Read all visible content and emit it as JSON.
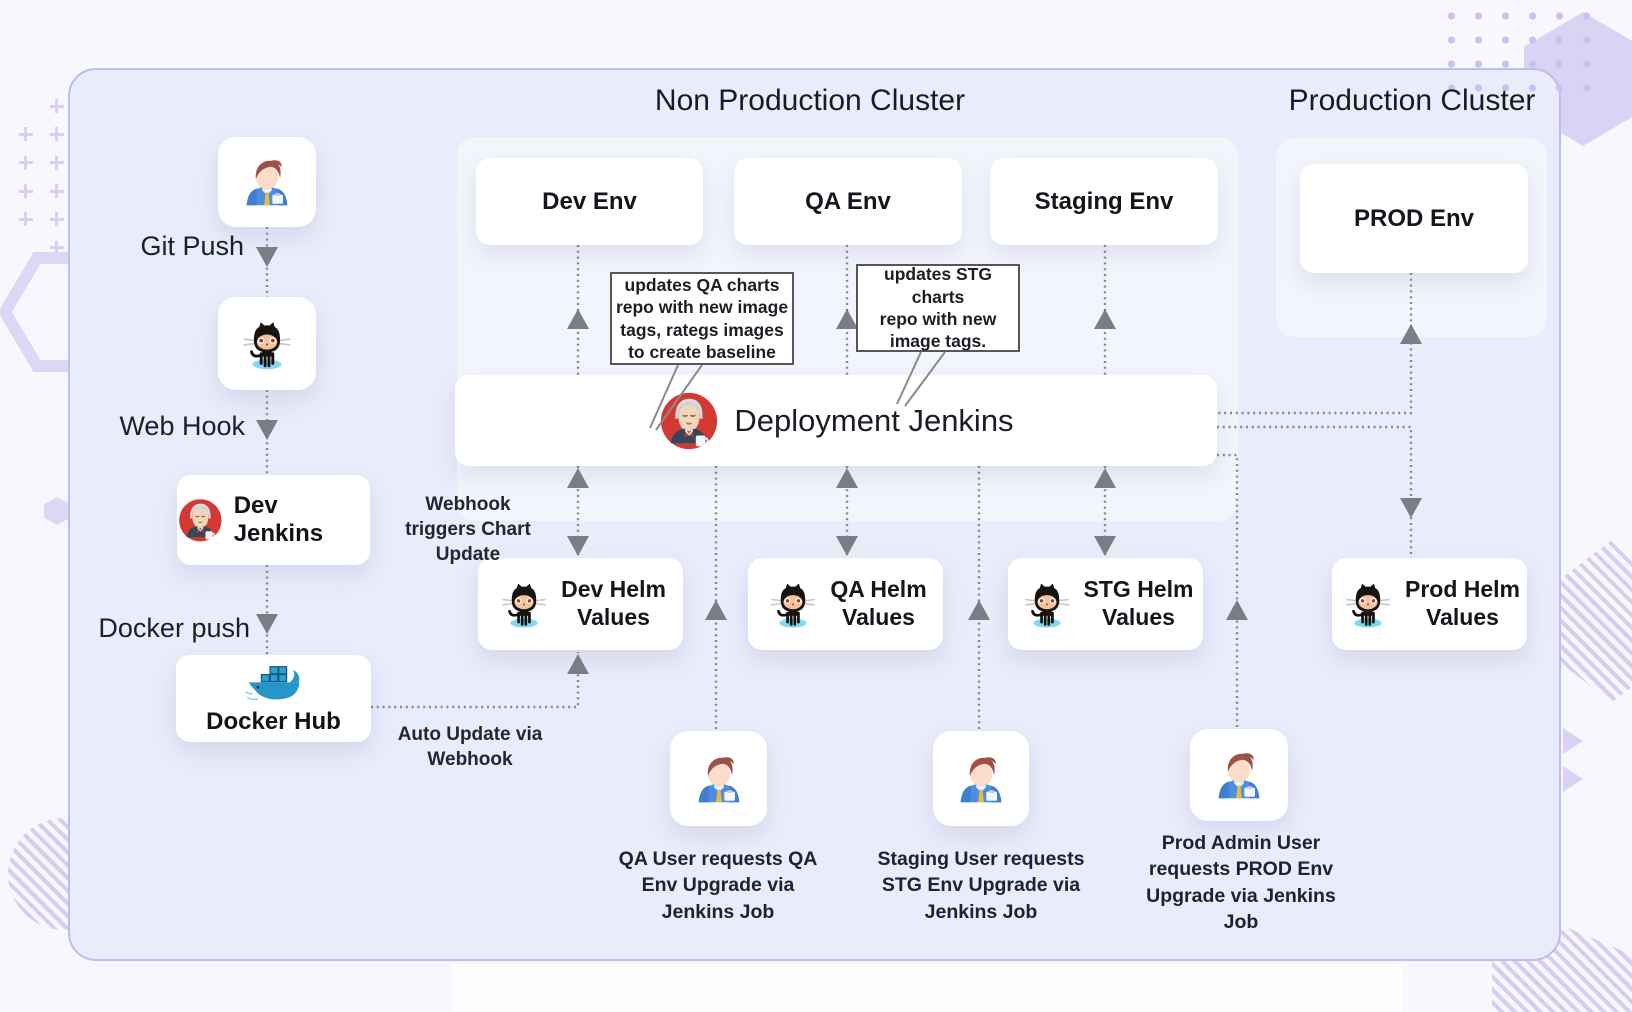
{
  "colors": {
    "page_background": "#f7f8fd",
    "container_fill": "#e9ecfa",
    "container_border": "#c3b9ee",
    "panel_fill": "#f3f5fc",
    "node_fill": "#ffffff",
    "connector": "#85878d",
    "arrowhead": "#7a7d84",
    "decor_purple": "#d8d2f4"
  },
  "icons": {
    "person": "person-icon",
    "github": "octocat-icon",
    "jenkins": "jenkins-butler-icon",
    "docker": "docker-whale-icon"
  },
  "clusters": {
    "non_production": {
      "title": "Non Production Cluster"
    },
    "production": {
      "title": "Production Cluster"
    }
  },
  "environments": {
    "dev": "Dev Env",
    "qa": "QA Env",
    "staging": "Staging Env",
    "prod": "PROD Env"
  },
  "pipeline": {
    "git_push": "Git Push",
    "web_hook": "Web Hook",
    "dev_jenkins": "Dev Jenkins",
    "docker_push": "Docker push",
    "docker_hub": "Docker Hub",
    "deployment_jenkins": "Deployment Jenkins"
  },
  "helm_values": {
    "dev": [
      "Dev Helm",
      "Values"
    ],
    "qa": [
      "QA Helm",
      "Values"
    ],
    "stg": [
      "STG Helm",
      "Values"
    ],
    "prod": [
      "Prod Helm",
      "Values"
    ]
  },
  "annotations": {
    "webhook_chart": [
      "Webhook",
      "triggers Chart",
      "Update"
    ],
    "auto_update": [
      "Auto Update via",
      "Webhook"
    ]
  },
  "callouts": {
    "qa_charts": [
      "updates QA charts",
      "repo with new image",
      "tags, rategs images",
      "to create baseline"
    ],
    "stg_charts": [
      "updates STG charts",
      "repo with new",
      "image tags."
    ]
  },
  "user_captions": {
    "qa": [
      "QA User requests QA",
      "Env Upgrade via",
      "Jenkins Job"
    ],
    "staging": [
      "Staging User requests",
      "STG Env Upgrade via",
      "Jenkins Job"
    ],
    "prod": [
      "Prod Admin User",
      "requests PROD Env",
      "Upgrade via Jenkins Job"
    ]
  }
}
